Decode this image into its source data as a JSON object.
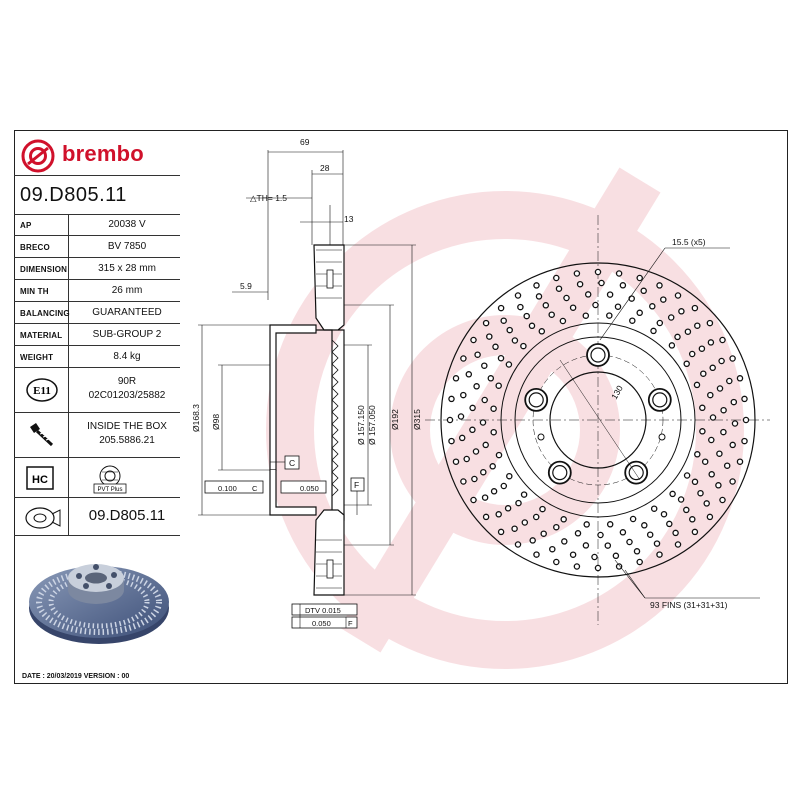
{
  "brand": {
    "name": "brembo",
    "color": "#d0112b"
  },
  "part_number": "09.D805.11",
  "specs": [
    {
      "label": "AP",
      "value": "20038 V"
    },
    {
      "label": "BRECO",
      "value": "BV 7850"
    },
    {
      "label": "DIMENSION",
      "value": "315 x 28 mm"
    },
    {
      "label": "MIN TH",
      "value": "26 mm"
    },
    {
      "label": "BALANCING",
      "value": "GUARANTEED"
    },
    {
      "label": "MATERIAL",
      "value": "SUB-GROUP 2"
    },
    {
      "label": "WEIGHT",
      "value": "8.4 kg"
    }
  ],
  "approval": {
    "icon": "E11",
    "line1": "90R",
    "line2": "02C01203/25882"
  },
  "inside_box": {
    "line1": "INSIDE THE BOX",
    "line2": "205.5886.21",
    "icon": "screw-icon"
  },
  "coatings": {
    "hc": "HC",
    "pvt": "PVT Plus"
  },
  "part_number_bottom": "09.D805.11",
  "footer": "DATE : 20/03/2019 VERSION : 00",
  "dimensions": {
    "d69": "69",
    "d28": "28",
    "th": "△TH= 1.5",
    "d13": "13",
    "d59": "5.9",
    "d1683": "Ø168.3",
    "d98": "Ø98",
    "d157": "Ø 157.150",
    "d157b": "Ø 157.050",
    "d192": "Ø192",
    "d315": "Ø315",
    "c": "C",
    "f": "F",
    "tol1": "0.100",
    "tol1ref": "C",
    "tol2": "0.050",
    "dtv": "DTV 0.015",
    "par": "0.050",
    "parref": "F"
  },
  "front": {
    "bolt": "15.5 (x5)",
    "pcd": "130",
    "fins": "93 FINS (31+31+31)"
  }
}
